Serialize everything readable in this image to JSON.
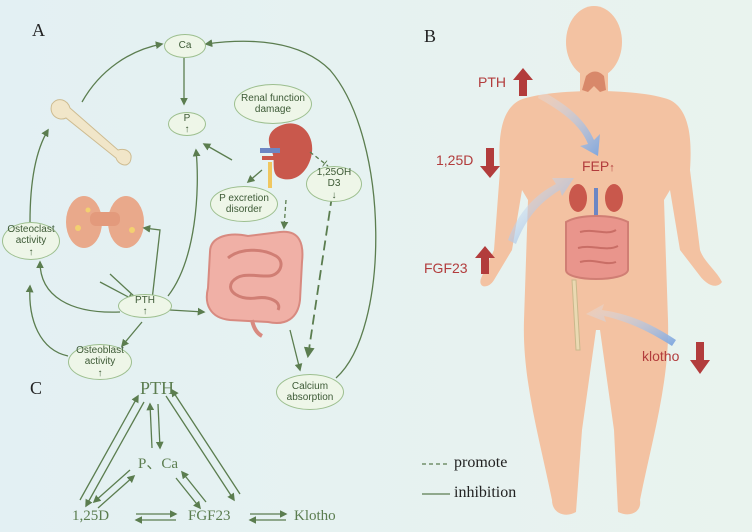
{
  "panels": {
    "a": "A",
    "b": "B",
    "c": "C"
  },
  "panel_a": {
    "ca": "Ca",
    "p": "P",
    "renal_line1": "Renal function",
    "renal_line2": "damage",
    "pexc_line1": "P excretion",
    "pexc_line2": "disorder",
    "d3_line1": "1,25OH",
    "d3_line2": "D3",
    "osteoclast_line1": "Osteoclast",
    "osteoclast_line2": "activity",
    "osteoblast_line1": "Osteoblast",
    "osteoblast_line2": "activity",
    "pth": "PTH",
    "calcium_line1": "Calcium",
    "calcium_line2": "absorption"
  },
  "panel_b": {
    "pth": "PTH",
    "d": "1,25D",
    "fep": "FEP",
    "fgf23": "FGF23",
    "klotho": "klotho"
  },
  "panel_c": {
    "pth": "PTH",
    "pca": "P、Ca",
    "d": "1,25D",
    "fgf23": "FGF23",
    "klotho": "Klotho"
  },
  "legend": {
    "promote": "promote",
    "inhibition": "inhibition"
  },
  "colors": {
    "green": "#5b7d4f",
    "red": "#b23c3c",
    "skin": "#f3c2a2",
    "blue": "#8fb2e0"
  }
}
